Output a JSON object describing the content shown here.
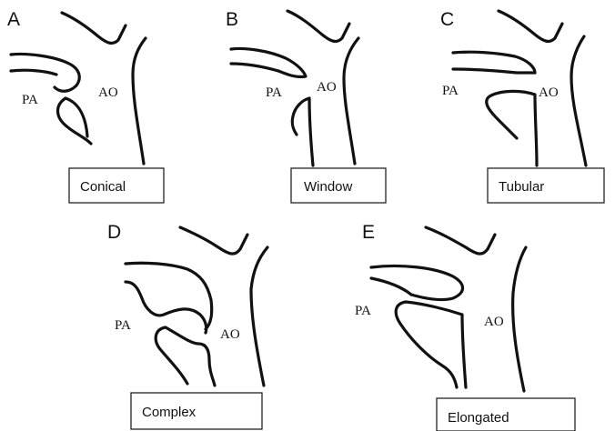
{
  "panels": [
    {
      "letter": "A",
      "pa": "PA",
      "ao": "AO",
      "caption": "Conical"
    },
    {
      "letter": "B",
      "pa": "PA",
      "ao": "AO",
      "caption": "Window"
    },
    {
      "letter": "C",
      "pa": "PA",
      "ao": "AO",
      "caption": "Tubular"
    },
    {
      "letter": "D",
      "pa": "PA",
      "ao": "AO",
      "caption": "Complex"
    },
    {
      "letter": "E",
      "pa": "PA",
      "ao": "AO",
      "caption": "Elongated"
    }
  ],
  "colors": {
    "stroke": "#111111",
    "background": "#ffffff"
  }
}
